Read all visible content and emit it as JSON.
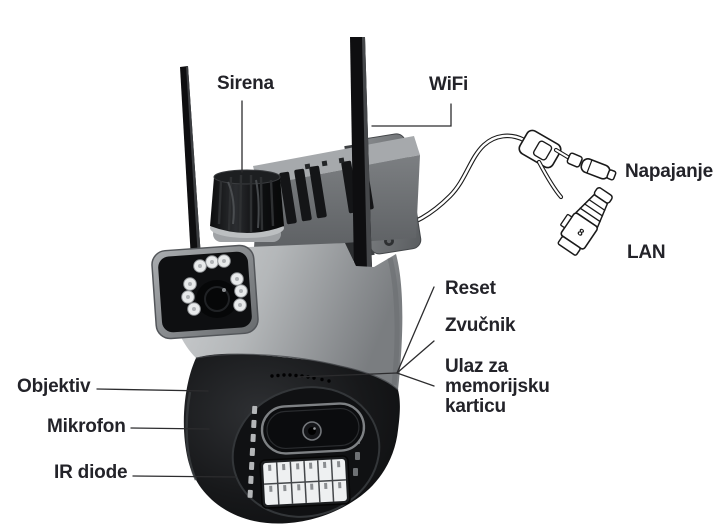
{
  "diagram": {
    "background": "#ffffff",
    "labels": {
      "sirena": "Sirena",
      "wifi": "WiFi",
      "napajanje": "Napajanje",
      "lan": "LAN",
      "reset": "Reset",
      "zvucnik": "Zvučnik",
      "memory_slot": "Ulaz za memorijsku karticu",
      "objektiv": "Objektiv",
      "mikrofon": "Mikrofon",
      "ir_diode": "IR diode"
    },
    "connector_marking": "8",
    "colors": {
      "label_text": "#232329",
      "leader_line": "#2c2c2e",
      "camera_body": "#a9acae",
      "camera_dark": "#121315"
    }
  }
}
